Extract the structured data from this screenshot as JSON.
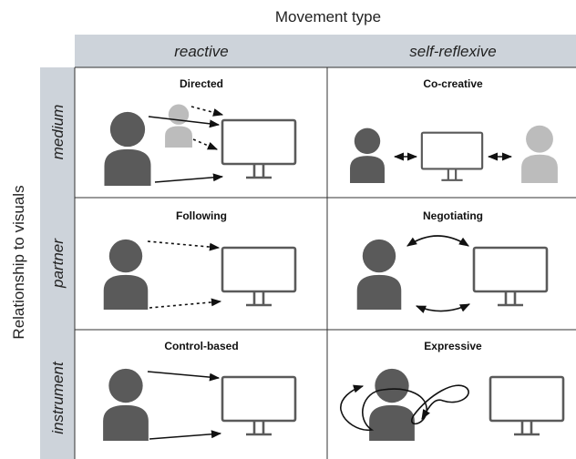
{
  "diagram": {
    "column_axis_title": "Movement type",
    "row_axis_title": "Relationship to visuals",
    "columns": [
      "reactive",
      "self-reflexive"
    ],
    "rows": [
      "medium",
      "partner",
      "instrument"
    ],
    "cells": {
      "directed": "Directed",
      "co_creative": "Co-creative",
      "following": "Following",
      "negotiating": "Negotiating",
      "control_based": "Control-based",
      "expressive": "Expressive"
    }
  },
  "colors": {
    "header_fill": "#cdd3da",
    "person_dark": "#5a5a5a",
    "person_light": "#bcbcbc",
    "monitor_stroke": "#5a5a5a",
    "arrow": "#111111"
  },
  "icons": [
    "person-icon",
    "monitor-icon",
    "arrow"
  ]
}
